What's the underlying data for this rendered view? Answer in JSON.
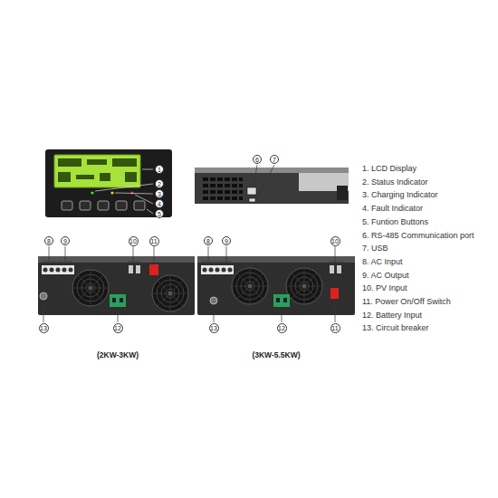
{
  "diagram": {
    "nodes": [
      {
        "text": [
          "1"
        ]
      },
      {
        "text": [
          "2"
        ]
      },
      {
        "text": [
          "3"
        ]
      },
      {
        "text": [
          "4"
        ]
      },
      {
        "text": [
          "5"
        ]
      },
      {
        "text": [
          "6"
        ]
      },
      {
        "text": [
          "7"
        ]
      },
      {
        "text": [
          "8"
        ]
      },
      {
        "text": [
          "9"
        ]
      },
      {
        "text": [
          "10"
        ]
      },
      {
        "text": [
          "11"
        ]
      },
      {
        "text": [
          "8"
        ]
      },
      {
        "text": [
          "9"
        ]
      },
      {
        "text": [
          "10"
        ]
      },
      {
        "text": [
          "13"
        ]
      },
      {
        "text": [
          "12"
        ]
      },
      {
        "text": [
          "13"
        ]
      },
      {
        "text": [
          "12"
        ]
      },
      {
        "text": [
          "11"
        ]
      }
    ],
    "labels": [
      "1. LCD Display",
      "2. Status Indicator",
      "3. Charging Indicator",
      "4. Fault Indicator",
      "5. Funtion Buttons",
      "6. RS-485 Communication port",
      "7. USB",
      "8. AC Input",
      "9. AC Output",
      "10. PV Input",
      "11. Power On/Off Switch",
      "12. Battery Input",
      "13. Circuit breaker",
      "(2KW-3KW)",
      "(3KW-5.5KW)"
    ]
  }
}
